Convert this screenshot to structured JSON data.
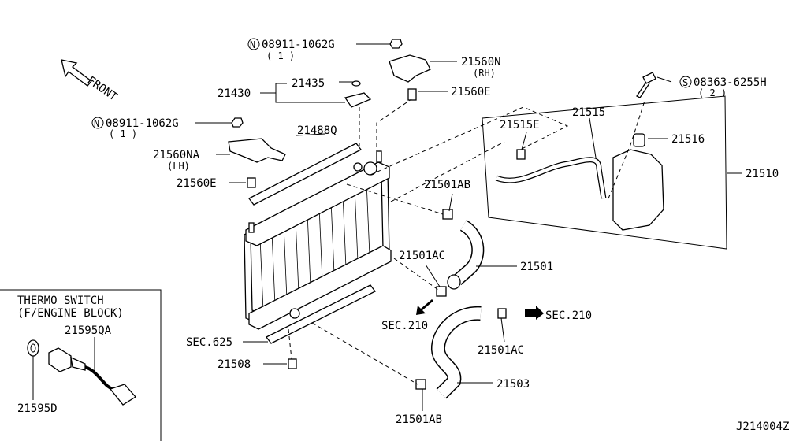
{
  "front_label": "FRONT",
  "inset": {
    "title_line1": "THERMO SWITCH",
    "title_line2": "(F/ENGINE BLOCK)",
    "part_switch": "21595QA",
    "part_washer": "21595D"
  },
  "labels": {
    "nut_top": "08911-1062G",
    "nut_top_qty": "( 1 )",
    "nut_left": "08911-1062G",
    "nut_left_qty": "( 1 )",
    "bolt_right": "08363-6255H",
    "bolt_right_qty": "( 2 )",
    "mount_rh": "21560N",
    "mount_rh_side": "(RH)",
    "mount_lh": "21560NA",
    "mount_lh_side": "(LH)",
    "grommet_top": "21560E",
    "grommet_left": "21560E",
    "cap": "21435",
    "bracket": "21430",
    "seal_top": "21488Q",
    "clamp_upper": "21501AB",
    "clamp_mid": "21501AC",
    "hose_upper": "21501",
    "hose_lower": "21503",
    "clamp_lower_right": "21501AC",
    "clamp_lower": "21501AB",
    "sec_210_left": "SEC.210",
    "sec_210_right": "SEC.210",
    "sec_625": "SEC.625",
    "drain_cock": "21508",
    "reservoir_assy": "21510",
    "reservoir_hose": "21515",
    "reservoir_clip": "21515E",
    "reservoir_cap": "21516"
  },
  "symbol_n": "N",
  "symbol_s": "S",
  "diagram_id": "J214004Z"
}
